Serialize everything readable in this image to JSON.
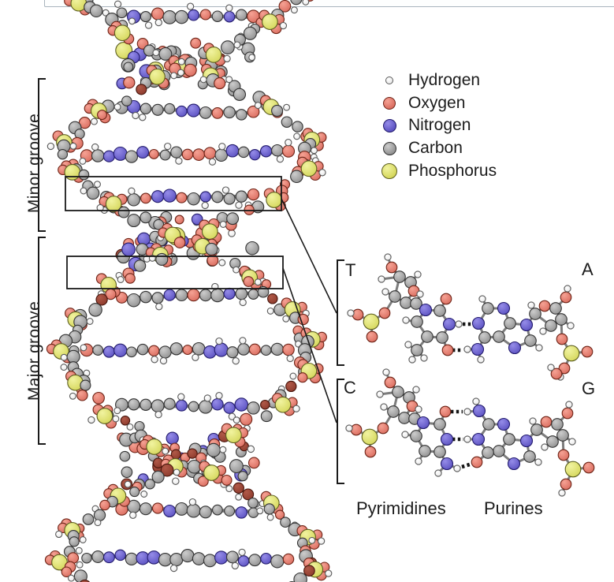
{
  "figure": {
    "legend": {
      "items": [
        {
          "label": "Hydrogen",
          "atom": "H",
          "size": 8
        },
        {
          "label": "Oxygen",
          "atom": "O",
          "size": 14
        },
        {
          "label": "Nitrogen",
          "atom": "N",
          "size": 15
        },
        {
          "label": "Carbon",
          "atom": "C",
          "size": 15
        },
        {
          "label": "Phosphorus",
          "atom": "P",
          "size": 18
        }
      ]
    },
    "grooves": {
      "minor": "Minor groove",
      "major": "Major groove"
    },
    "base_pair_panels": {
      "ta": {
        "left": "T",
        "right": "A",
        "hydrogen_bonds": 2
      },
      "cg": {
        "left": "C",
        "right": "G",
        "hydrogen_bonds": 3
      }
    },
    "footer": {
      "left": "Pyrimidines",
      "right": "Purines"
    }
  },
  "palette": {
    "bond": "#7d7d7d",
    "annotation": "#1a1a1a",
    "atoms": {
      "H": {
        "light": "#ffffff",
        "base": "#e9e9e9",
        "stroke": "#5a5a5a"
      },
      "C": {
        "light": "#cccccc",
        "base": "#8f8f8f",
        "stroke": "#333333"
      },
      "O": {
        "light": "#f5a294",
        "base": "#d96b5e",
        "stroke": "#6e2417"
      },
      "Od": {
        "light": "#b05948",
        "base": "#8c3a2c",
        "stroke": "#47150c"
      },
      "N": {
        "light": "#958ce8",
        "base": "#5a50c0",
        "stroke": "#241d6e"
      },
      "P": {
        "light": "#f1f3a0",
        "base": "#d4d659",
        "stroke": "#5c5e20"
      }
    }
  }
}
